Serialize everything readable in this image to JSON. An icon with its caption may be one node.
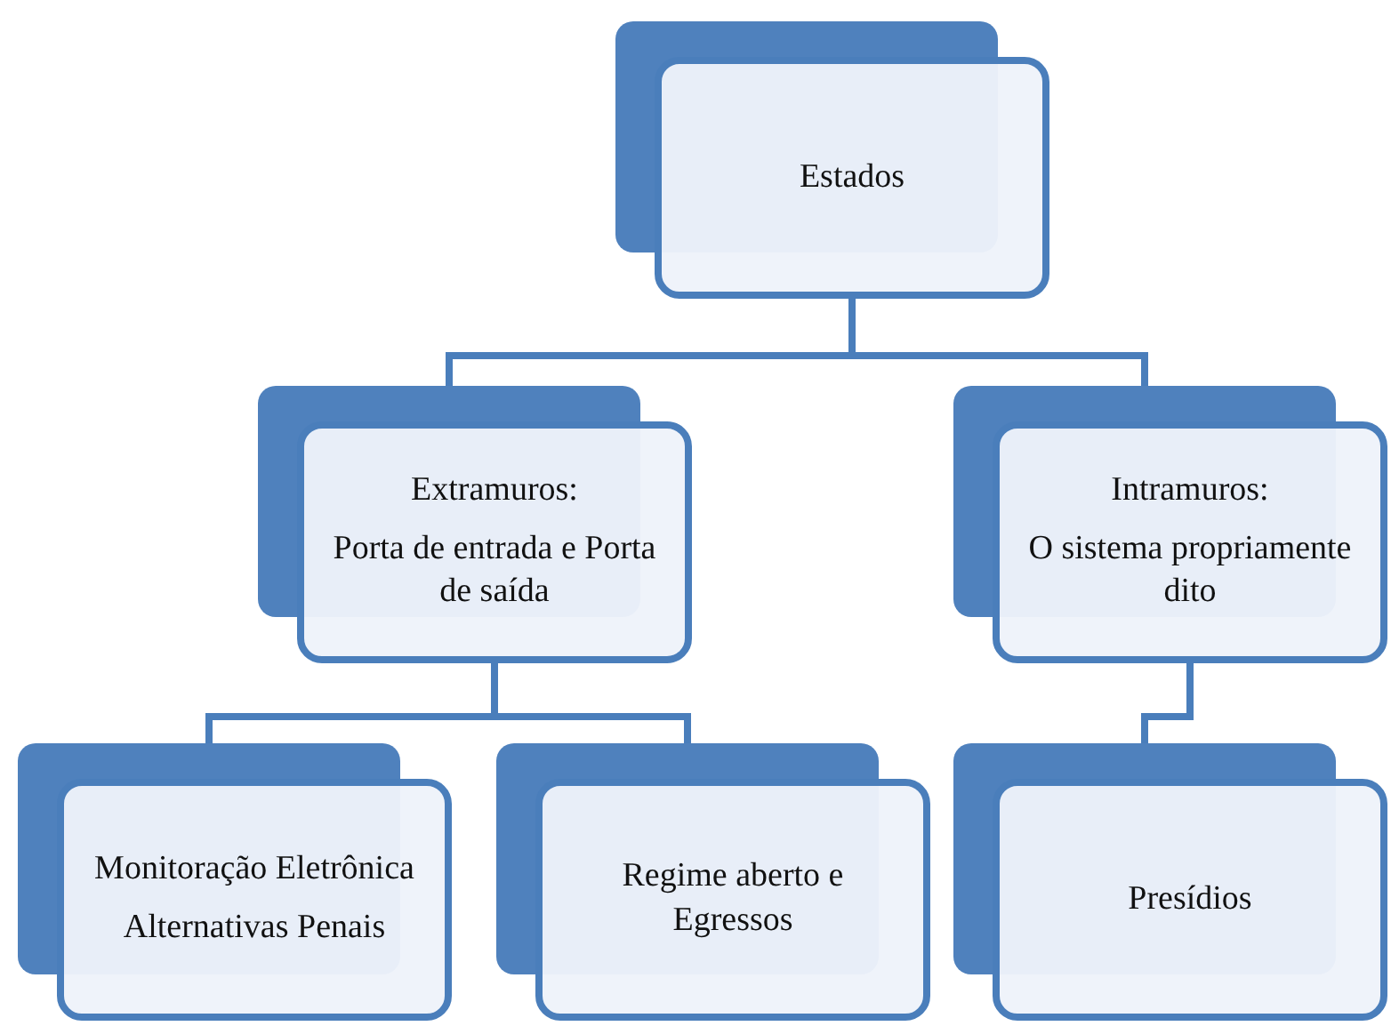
{
  "diagram": {
    "nodes": [
      {
        "text": [
          "Estados"
        ]
      },
      {
        "text": [
          "Extramuros:",
          "Porta de entrada e Porta de saída"
        ]
      },
      {
        "text": [
          "Intramuros:",
          "O sistema propriamente dito"
        ]
      },
      {
        "text": [
          "Monitoração Eletrônica",
          "Alternativas Penais"
        ]
      },
      {
        "text": [
          "Regime aberto e Egressos"
        ]
      },
      {
        "text": [
          "Presídios"
        ]
      }
    ],
    "edges": [
      {
        "from": 0,
        "to": 1,
        "arrow": "none"
      },
      {
        "from": 0,
        "to": 2,
        "arrow": "none"
      },
      {
        "from": 1,
        "to": 3,
        "arrow": "none"
      },
      {
        "from": 1,
        "to": 4,
        "arrow": "none"
      },
      {
        "from": 2,
        "to": 5,
        "arrow": "none"
      }
    ]
  }
}
